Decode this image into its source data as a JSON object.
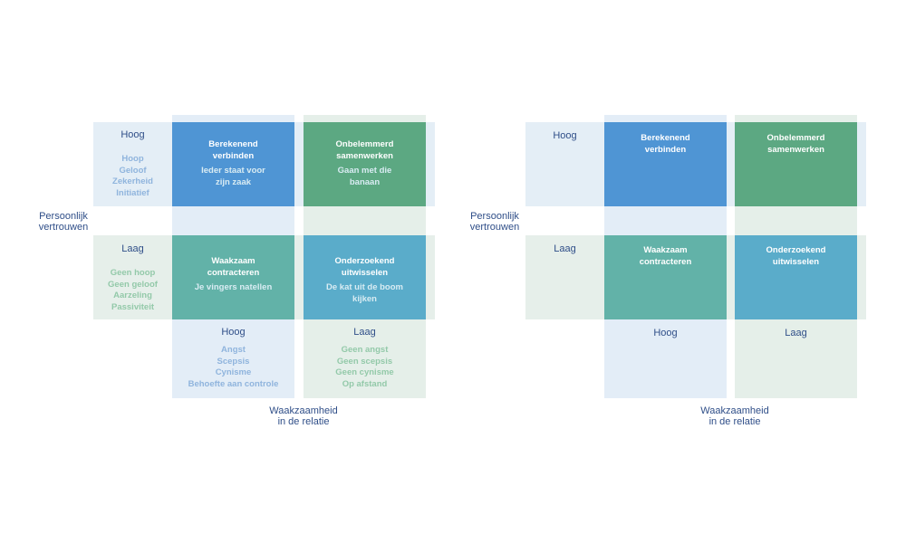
{
  "left": {
    "axis_y": [
      "Persoonlijk",
      "vertrouwen"
    ],
    "axis_x": [
      "Waakzaamheid",
      "in de relatie"
    ],
    "rows": [
      {
        "level": "Hoog",
        "traits": [
          "Hoop",
          "Geloof",
          "Zekerheid",
          "Initiatief"
        ]
      },
      {
        "level": "Laag",
        "traits": [
          "Geen hoop",
          "Geen geloof",
          "Aarzeling",
          "Passiviteit"
        ]
      }
    ],
    "cols": [
      {
        "level": "Hoog",
        "traits": [
          "Angst",
          "Scepsis",
          "Cynisme",
          "Behoefte aan controle"
        ]
      },
      {
        "level": "Laag",
        "traits": [
          "Geen angst",
          "Geen scepsis",
          "Geen cynisme",
          "Op afstand"
        ]
      }
    ],
    "quadrants": [
      {
        "title": [
          "Berekenend",
          "verbinden"
        ],
        "subtitle": [
          "Ieder staat voor",
          "zijn zaak"
        ]
      },
      {
        "title": [
          "Onbelemmerd",
          "samenwerken"
        ],
        "subtitle": [
          "Gaan met die",
          "banaan"
        ]
      },
      {
        "title": [
          "Waakzaam",
          "contracteren"
        ],
        "subtitle": [
          "Je vingers natellen"
        ]
      },
      {
        "title": [
          "Onderzoekend",
          "uitwisselen"
        ],
        "subtitle": [
          "De kat uit de boom",
          "kijken"
        ]
      }
    ]
  },
  "right": {
    "axis_y": [
      "Persoonlijk",
      "vertrouwen"
    ],
    "axis_x": [
      "Waakzaamheid",
      "in de relatie"
    ],
    "rows": [
      {
        "level": "Hoog"
      },
      {
        "level": "Laag"
      }
    ],
    "cols": [
      {
        "level": "Hoog"
      },
      {
        "level": "Laag"
      }
    ],
    "quadrants": [
      {
        "title": [
          "Berekenend",
          "verbinden"
        ]
      },
      {
        "title": [
          "Onbelemmerd",
          "samenwerken"
        ]
      },
      {
        "title": [
          "Waakzaam",
          "contracteren"
        ]
      },
      {
        "title": [
          "Onderzoekend",
          "uitwisselen"
        ]
      }
    ]
  },
  "colors": {
    "berekenend": "#4f95d4",
    "onbelemmerd": "#5ca882",
    "waakzaam": "#62b2a8",
    "onderzoekend": "#5aacca",
    "label_text": "#2f4e88"
  }
}
